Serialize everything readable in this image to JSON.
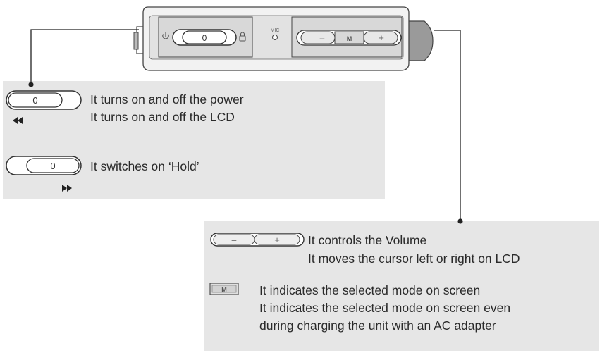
{
  "device": {
    "switch_label": "0",
    "mic_label": "MIC",
    "minus_label": "–",
    "mode_label": "M",
    "plus_label": "+"
  },
  "power_panel": {
    "switch_label": "0",
    "line1": "It turns on and off the power",
    "line2": "It turns on and off the LCD",
    "hold_switch_label": "0",
    "hold_text": "It switches on ‘Hold’"
  },
  "controls_panel": {
    "minus_label": "–",
    "plus_label": "+",
    "volume_line1": "It controls the Volume",
    "volume_line2": "It moves the cursor left or right on LCD",
    "mode_label": "M",
    "mode_line1": "It indicates the selected mode on screen",
    "mode_line2": "It indicates the selected mode on screen even",
    "mode_line3": "during charging the unit with an AC adapter"
  },
  "colors": {
    "panel_bg": "#e6e6e6",
    "device_body": "#f2f2f2",
    "device_tip": "#9a9a9a",
    "line": "#222222"
  }
}
